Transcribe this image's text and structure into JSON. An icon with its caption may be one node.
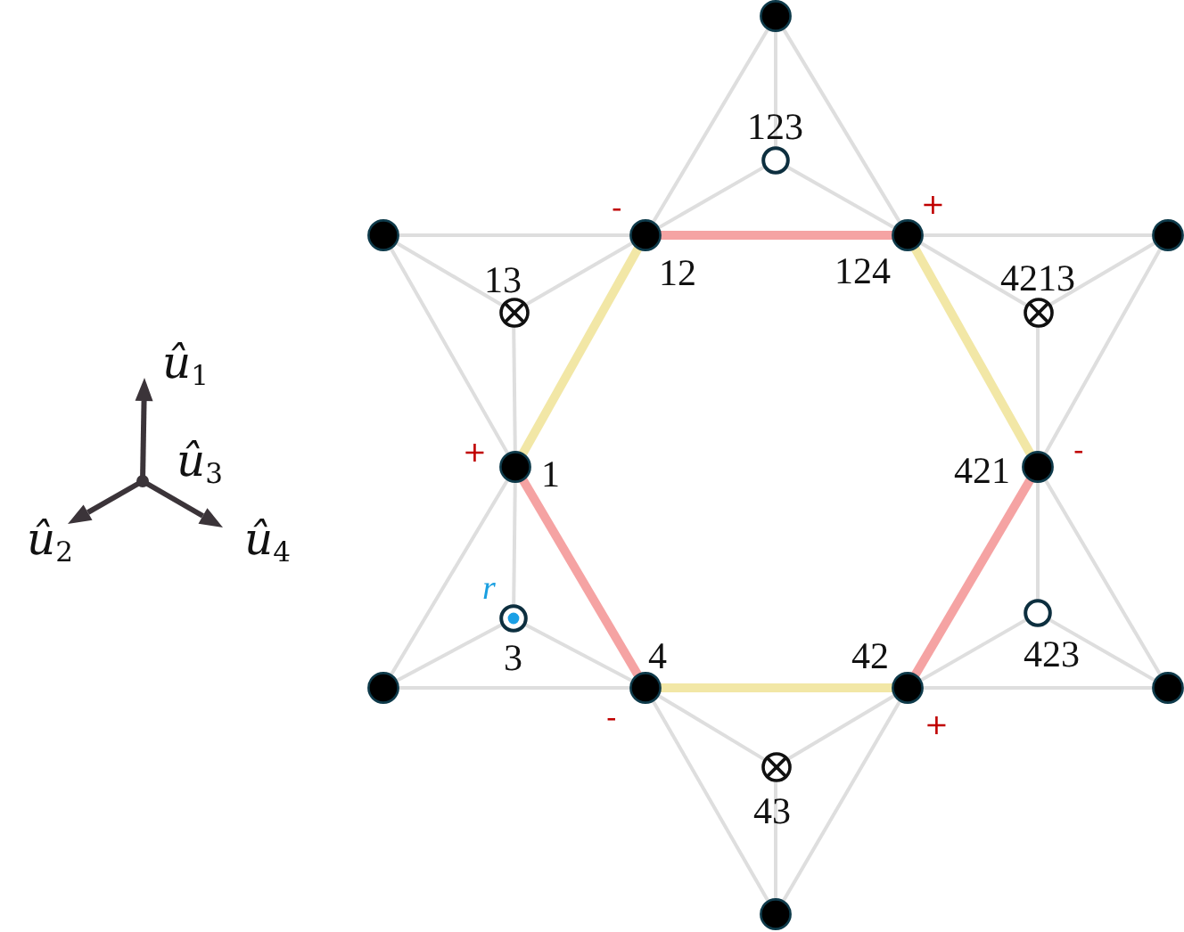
{
  "diagram": {
    "nodes": [
      {
        "text": [],
        "shape": "circle"
      },
      {
        "text": [
          "123"
        ]
      },
      {
        "text": [],
        "shape": "circle"
      },
      {
        "text": [
          "12"
        ],
        "beside": [
          "-"
        ]
      },
      {
        "text": [
          "124"
        ],
        "beside": [
          "+"
        ]
      },
      {
        "text": [],
        "shape": "circle"
      },
      {
        "text": [
          "13"
        ]
      },
      {
        "text": [
          "4213"
        ]
      },
      {
        "text": [
          "1"
        ],
        "beside": [
          "+"
        ]
      },
      {
        "text": [
          "421"
        ],
        "beside": [
          "-"
        ]
      },
      {
        "text": [
          "3"
        ],
        "beside": [
          "r"
        ]
      },
      {
        "text": [
          "423"
        ]
      },
      {
        "text": [],
        "shape": "circle"
      },
      {
        "text": [
          "4"
        ],
        "beside": [
          "-"
        ]
      },
      {
        "text": [
          "42"
        ],
        "beside": [
          "+"
        ]
      },
      {
        "text": [],
        "shape": "circle"
      },
      {
        "text": [
          "43"
        ]
      },
      {
        "text": [],
        "shape": "circle"
      }
    ],
    "edges": [
      {
        "from": 0,
        "to": 3,
        "arrow": "none"
      },
      {
        "from": 0,
        "to": 4,
        "arrow": "none"
      },
      {
        "from": 0,
        "to": 1,
        "arrow": "none"
      },
      {
        "from": 1,
        "to": 3,
        "arrow": "none"
      },
      {
        "from": 1,
        "to": 4,
        "arrow": "none"
      },
      {
        "from": 3,
        "to": 4,
        "arrow": "none",
        "style": "thick",
        "color": "#f5a3a3"
      },
      {
        "from": 2,
        "to": 3,
        "arrow": "none"
      },
      {
        "from": 2,
        "to": 8,
        "arrow": "none"
      },
      {
        "from": 2,
        "to": 6,
        "arrow": "none"
      },
      {
        "from": 6,
        "to": 3,
        "arrow": "none"
      },
      {
        "from": 6,
        "to": 8,
        "arrow": "none"
      },
      {
        "from": 3,
        "to": 8,
        "arrow": "none",
        "style": "thick",
        "color": "#f2e7a6"
      },
      {
        "from": 4,
        "to": 5,
        "arrow": "none"
      },
      {
        "from": 5,
        "to": 9,
        "arrow": "none"
      },
      {
        "from": 5,
        "to": 7,
        "arrow": "none"
      },
      {
        "from": 7,
        "to": 4,
        "arrow": "none"
      },
      {
        "from": 7,
        "to": 9,
        "arrow": "none"
      },
      {
        "from": 4,
        "to": 9,
        "arrow": "none",
        "style": "thick",
        "color": "#f2e7a6"
      },
      {
        "from": 8,
        "to": 12,
        "arrow": "none"
      },
      {
        "from": 12,
        "to": 13,
        "arrow": "none"
      },
      {
        "from": 12,
        "to": 10,
        "arrow": "none"
      },
      {
        "from": 10,
        "to": 8,
        "arrow": "none"
      },
      {
        "from": 10,
        "to": 13,
        "arrow": "none"
      },
      {
        "from": 8,
        "to": 13,
        "arrow": "none",
        "style": "thick",
        "color": "#f5a3a3"
      },
      {
        "from": 14,
        "to": 15,
        "arrow": "none"
      },
      {
        "from": 15,
        "to": 9,
        "arrow": "none"
      },
      {
        "from": 15,
        "to": 11,
        "arrow": "none"
      },
      {
        "from": 11,
        "to": 14,
        "arrow": "none"
      },
      {
        "from": 11,
        "to": 9,
        "arrow": "none"
      },
      {
        "from": 9,
        "to": 14,
        "arrow": "none",
        "style": "thick",
        "color": "#f5a3a3"
      },
      {
        "from": 13,
        "to": 17,
        "arrow": "none"
      },
      {
        "from": 14,
        "to": 17,
        "arrow": "none"
      },
      {
        "from": 16,
        "to": 17,
        "arrow": "none"
      },
      {
        "from": 16,
        "to": 13,
        "arrow": "none"
      },
      {
        "from": 16,
        "to": 14,
        "arrow": "none"
      },
      {
        "from": 13,
        "to": 14,
        "arrow": "none",
        "style": "thick",
        "color": "#f2e7a6"
      }
    ],
    "labels": [
      "*û*$_{1}$",
      "*û*$_{3}$",
      "*û*$_{2}$",
      "*û*$_{4}$"
    ]
  }
}
